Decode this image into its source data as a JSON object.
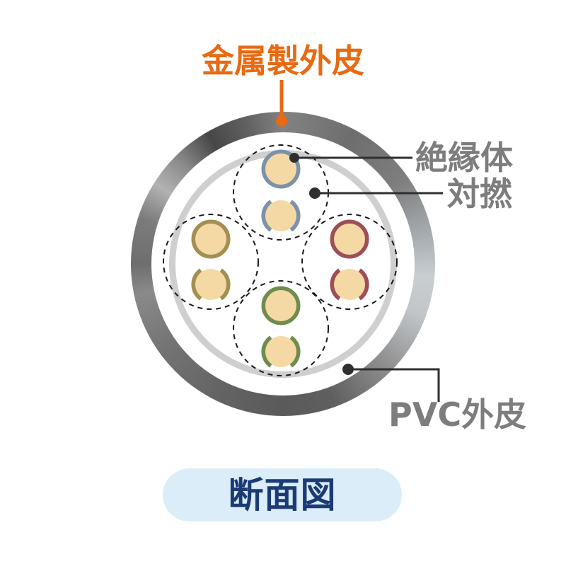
{
  "diagram": {
    "type": "cable-cross-section",
    "title": "断面図",
    "callouts": {
      "metal_sheath": "金属製外皮",
      "insulator": "絶縁体",
      "twisted_pair": "対撚",
      "pvc_sheath": "PVC外皮"
    },
    "colors": {
      "accent_orange": "#e86a12",
      "label_gray": "#7d7d7d",
      "title_navy": "#1b3a76",
      "title_bg": "#daedf8",
      "line_dark": "#2f2f2f",
      "dash_dark": "#1a1a1a",
      "conductor_tan": "#f5d9a4",
      "pair_blue": "#7b92a9",
      "pair_olive": "#a28f51",
      "pair_red": "#9d4e57",
      "pair_green": "#6e8d4d"
    }
  }
}
